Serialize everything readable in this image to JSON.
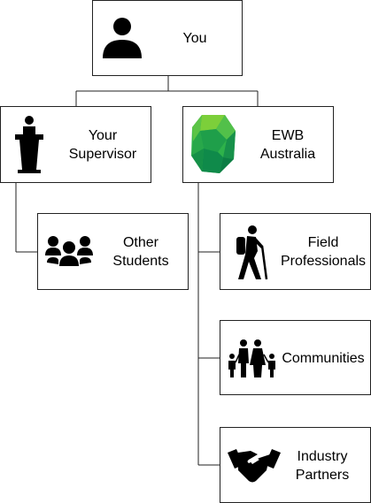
{
  "nodes": {
    "you": {
      "lines": [
        "You"
      ],
      "icon": "person-icon"
    },
    "supervisor": {
      "lines": [
        "Your",
        "Supervisor"
      ],
      "icon": "podium-speaker-icon"
    },
    "ewb": {
      "lines": [
        "EWB",
        "Australia"
      ],
      "icon": "ewb-green-gem-logo-icon"
    },
    "students": {
      "lines": [
        "Other",
        "Students"
      ],
      "icon": "group-of-people-icon"
    },
    "field": {
      "lines": [
        "Field",
        "Professionals"
      ],
      "icon": "hiker-icon"
    },
    "communities": {
      "lines": [
        "Communities"
      ],
      "icon": "family-icon"
    },
    "industry": {
      "lines": [
        "Industry",
        "Partners"
      ],
      "icon": "handshake-icon"
    }
  },
  "colors": {
    "logo_dark": "#0f8a4a",
    "logo_mid": "#2eb24a",
    "logo_light": "#7ccf3a",
    "line": "#222222"
  }
}
